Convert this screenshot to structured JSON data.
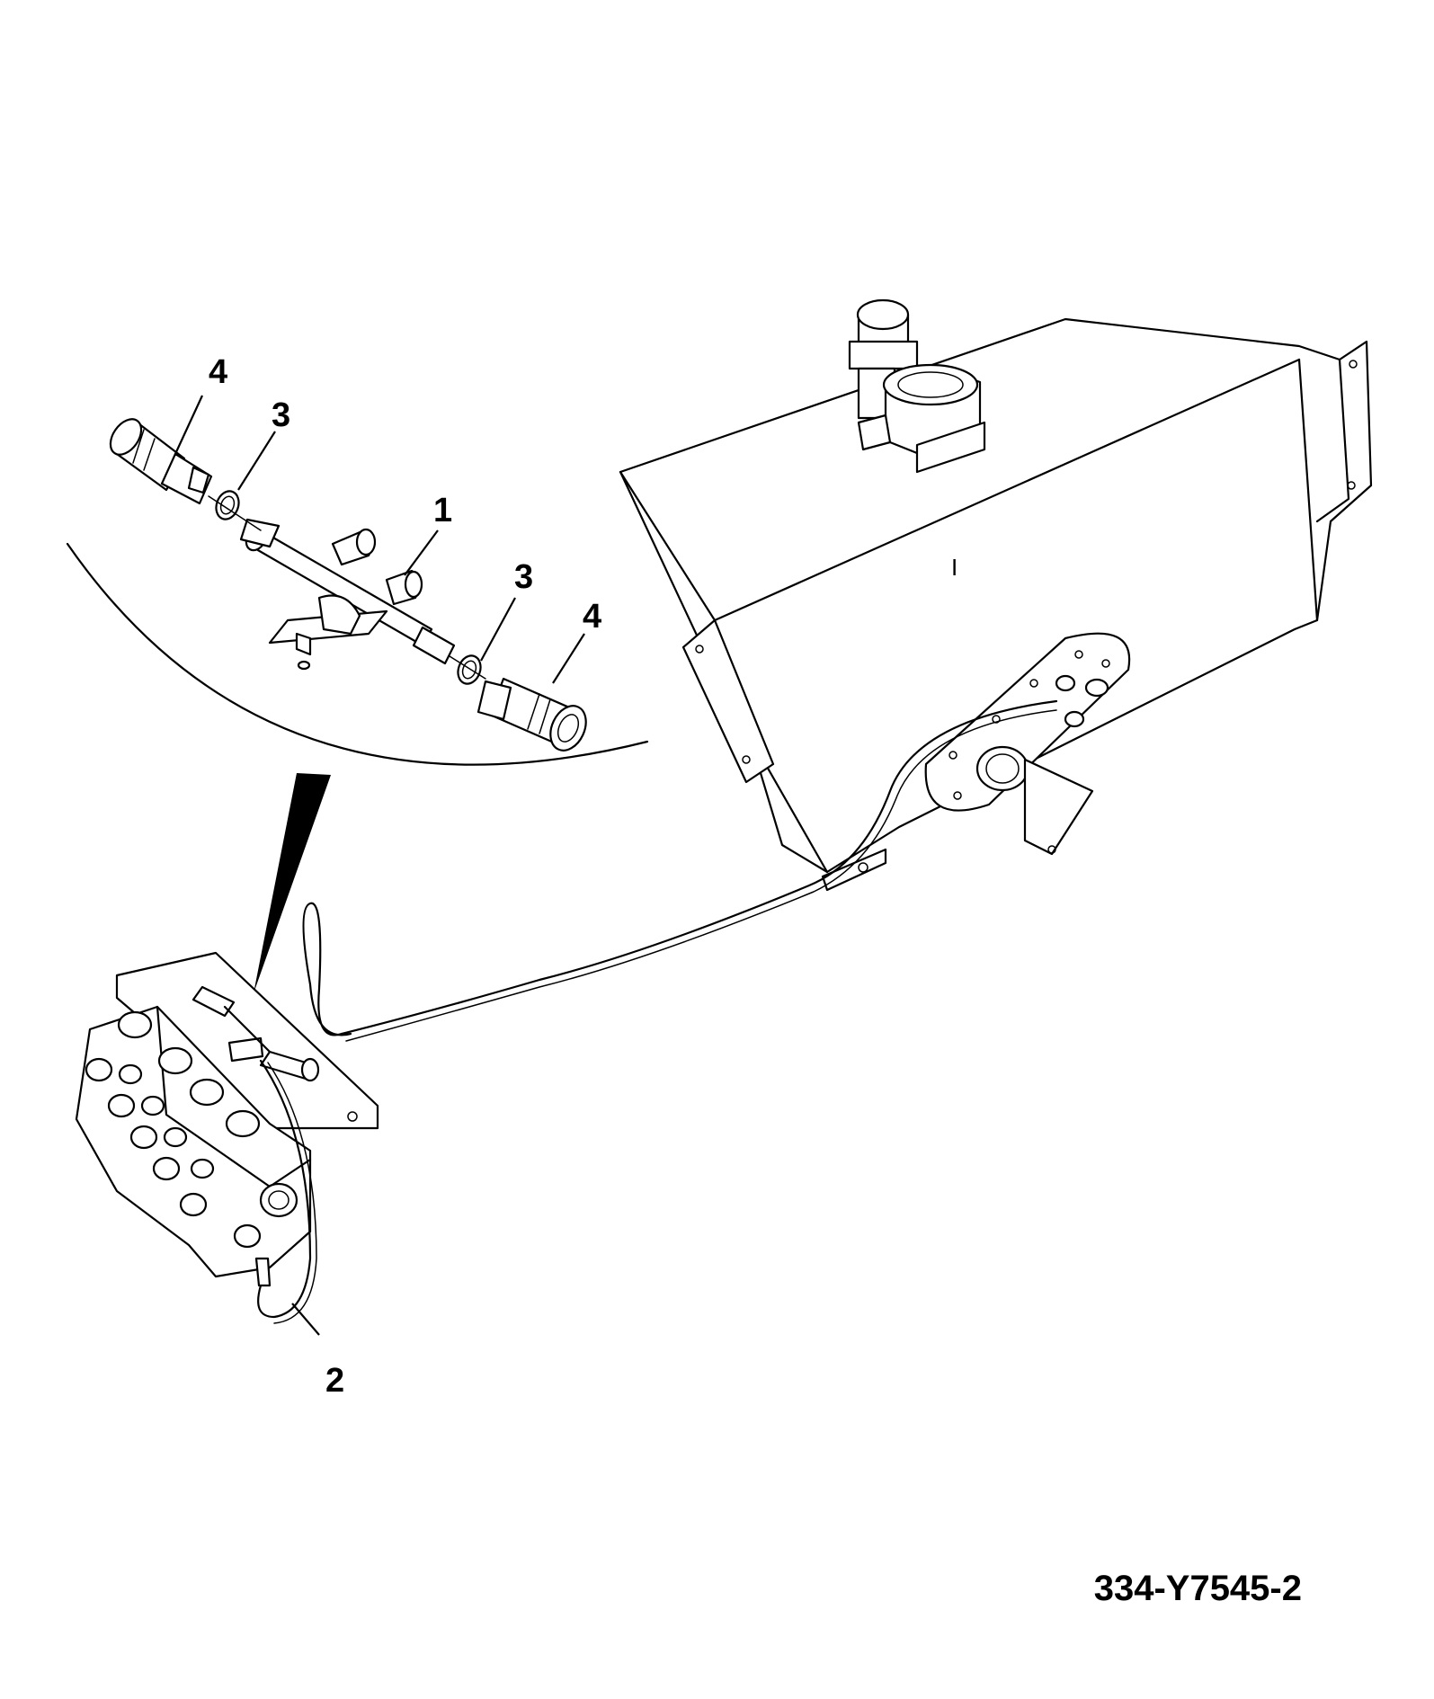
{
  "callouts": {
    "item1": "1",
    "item2": "2",
    "item3_upper": "3",
    "item3_lower": "3",
    "item4_upper": "4",
    "item4_lower": "4"
  },
  "tank_mark": "I",
  "drawing_number": "334-Y7545-2",
  "colors": {
    "line": "#000000",
    "background": "#ffffff"
  }
}
